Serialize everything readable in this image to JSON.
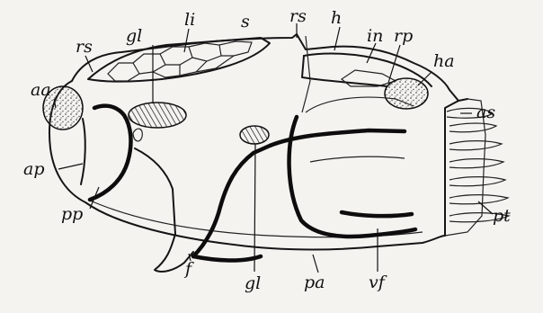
{
  "labels": {
    "li": "li",
    "s": "s",
    "rs_top": "rs",
    "h": "h",
    "in": "in",
    "rp": "rp",
    "rs_left": "rs",
    "gl_top": "gl",
    "ha": "ha",
    "aa": "aa",
    "as": "as",
    "ap": "ap",
    "pp": "pp",
    "pt": "pt",
    "f": "f",
    "gl_bottom": "gl",
    "pa": "pa",
    "vf": "vf"
  }
}
